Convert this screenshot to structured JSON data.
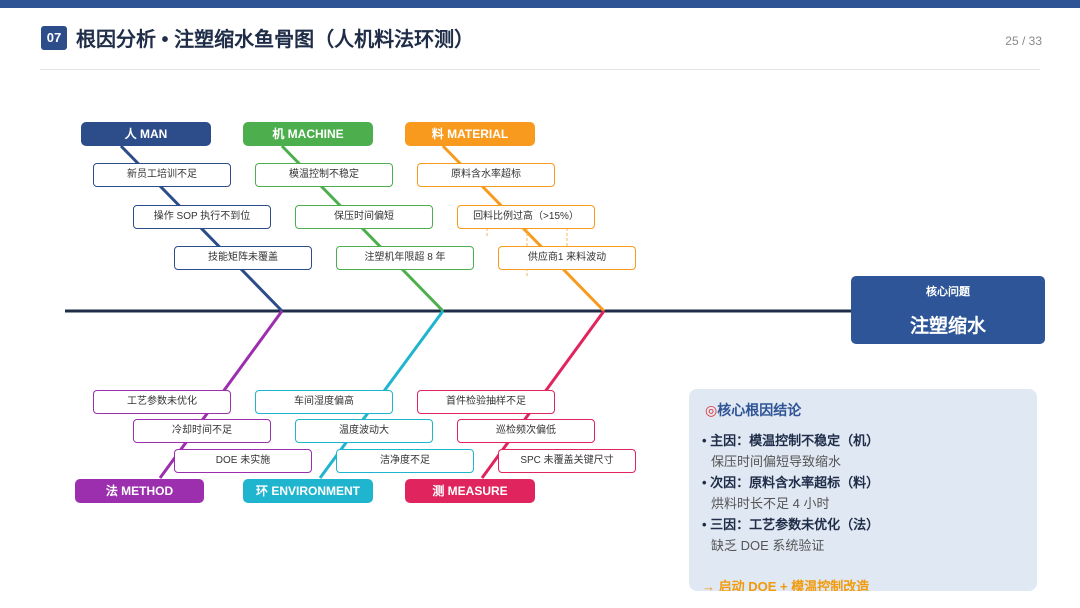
{
  "header": {
    "badge": "07",
    "title": "根因分析 • 注塑缩水鱼骨图（人机料法环测）",
    "page": "25 / 33"
  },
  "head": {
    "label": "核心问题",
    "title": "注塑缩水"
  },
  "categories": {
    "man": {
      "label": "人 MAN",
      "color": "#2c4d8a"
    },
    "machine": {
      "label": "机 MACHINE",
      "color": "#4cae4c"
    },
    "material": {
      "label": "料 MATERIAL",
      "color": "#f79a1e"
    },
    "method": {
      "label": "法 METHOD",
      "color": "#9b2fae"
    },
    "environment": {
      "label": "环 ENVIRONMENT",
      "color": "#1fb5cf"
    },
    "measure": {
      "label": "测 MEASURE",
      "color": "#e0245e"
    }
  },
  "causes": {
    "man": [
      "新员工培训不足",
      "操作 SOP 执行不到位",
      "技能矩阵未覆盖"
    ],
    "machine": [
      "模温控制不稳定",
      "保压时间偏短",
      "注塑机年限超 8 年"
    ],
    "material": [
      "原料含水率超标",
      "回料比例过高（>15%）",
      "供应商1 来料波动"
    ],
    "method": [
      "工艺参数未优化",
      "冷却时间不足",
      "DOE 未实施"
    ],
    "environment": [
      "车间湿度偏高",
      "温度波动大",
      "洁净度不足"
    ],
    "measure": [
      "首件检验抽样不足",
      "巡检频次偏低",
      "SPC 未覆盖关键尺寸"
    ]
  },
  "conclusion": {
    "icon": "target-icon",
    "title": "核心根因结论",
    "items": [
      {
        "main": "• 主因：模温控制不稳定（机）",
        "sub": "保压时间偏短导致缩水"
      },
      {
        "main": "• 次因：原料含水率超标（料）",
        "sub": "烘料时长不足 4 小时"
      },
      {
        "main": "• 三因：工艺参数未优化（法）",
        "sub": "缺乏 DOE 系统验证"
      }
    ],
    "action": "→ 启动 DOE + 模温控制改造"
  }
}
